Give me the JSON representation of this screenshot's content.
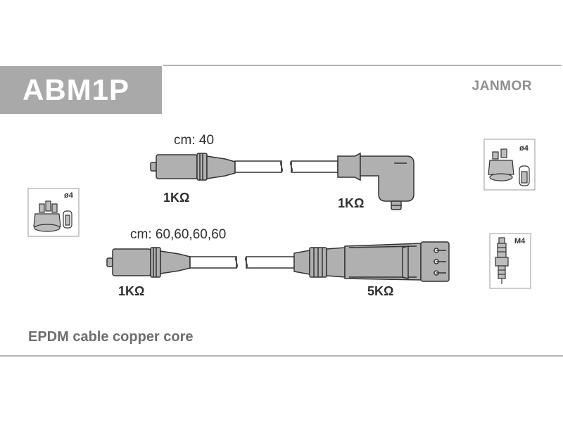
{
  "header": {
    "code": "ABM1P",
    "brand": "JANMOR"
  },
  "cable_1": {
    "length_label": "cm: 40",
    "left_resistance": "1KΩ",
    "right_resistance": "1KΩ"
  },
  "cable_2": {
    "length_label": "cm: 60,60,60,60",
    "left_resistance": "1KΩ",
    "right_resistance": "5KΩ"
  },
  "icons": {
    "distributor_cap_left": {
      "label": "ø4",
      "icon": "distributor-cap-icon"
    },
    "ignition_coil_right": {
      "label": "ø4",
      "icon": "ignition-coil-icon"
    },
    "spark_plug": {
      "label": "M4",
      "icon": "spark-plug-icon"
    }
  },
  "footer": {
    "description": "EPDM cable copper core"
  },
  "colors": {
    "code_box_bg": "#a9a9a9",
    "lines": "#b5b5b5",
    "drawing_fill": "#b0b0b0",
    "drawing_stroke": "#333333"
  }
}
